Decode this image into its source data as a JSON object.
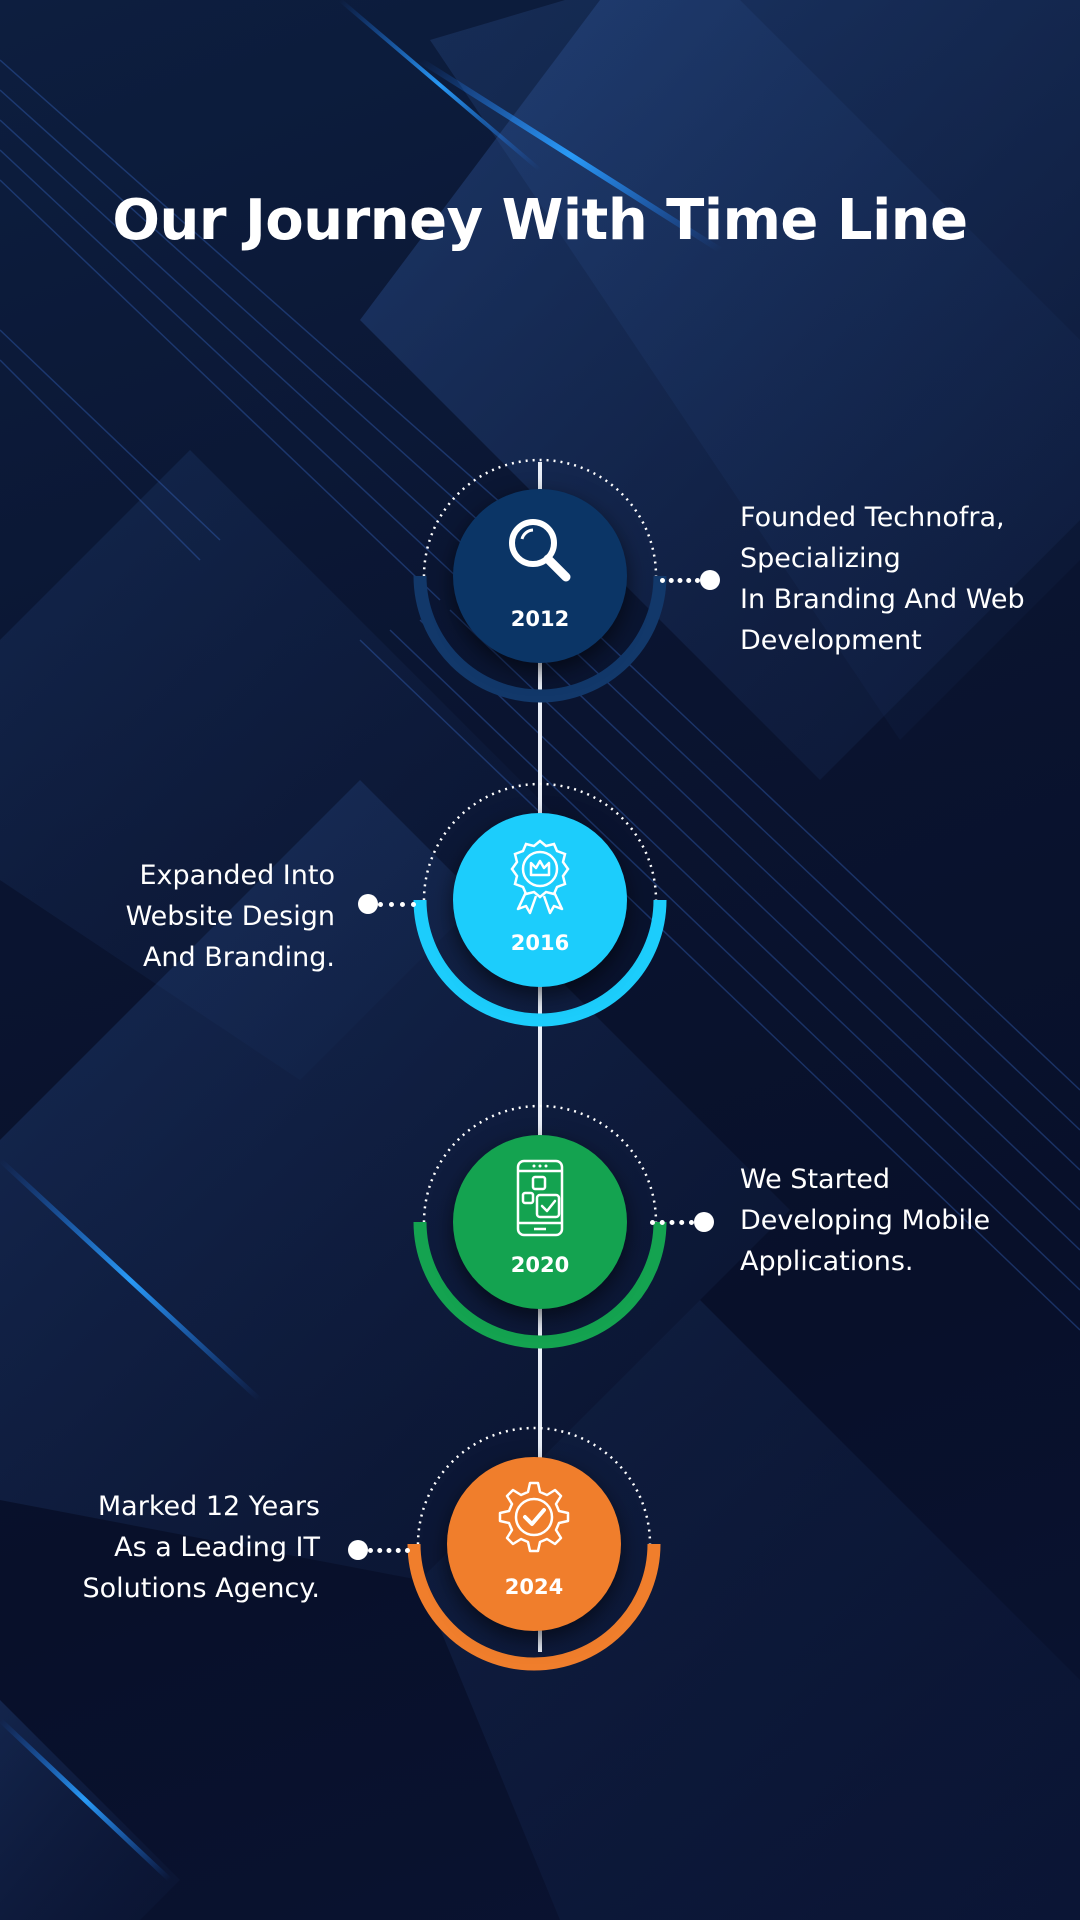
{
  "title": "Our Journey With Time Line",
  "colors": {
    "background": "#0a1430",
    "axis": "#e9eef7",
    "node_2012": "#0b3566",
    "ring_2012": "#12386a",
    "node_2016": "#1ccdfc",
    "node_2020": "#14a350",
    "node_2024": "#f07e2c"
  },
  "milestones": [
    {
      "year": "2012",
      "icon": "magnifier-icon",
      "lines": [
        "Founded Technofra,",
        "Specializing",
        "In Branding And Web",
        "Development"
      ]
    },
    {
      "year": "2016",
      "icon": "award-badge-icon",
      "lines": [
        "Expanded Into",
        "Website Design",
        "And Branding."
      ]
    },
    {
      "year": "2020",
      "icon": "mobile-app-icon",
      "lines": [
        "We Started",
        "Developing Mobile",
        "Applications."
      ]
    },
    {
      "year": "2024",
      "icon": "gear-check-icon",
      "lines": [
        "Marked 12 Years",
        "As a Leading IT",
        "Solutions Agency."
      ]
    }
  ]
}
